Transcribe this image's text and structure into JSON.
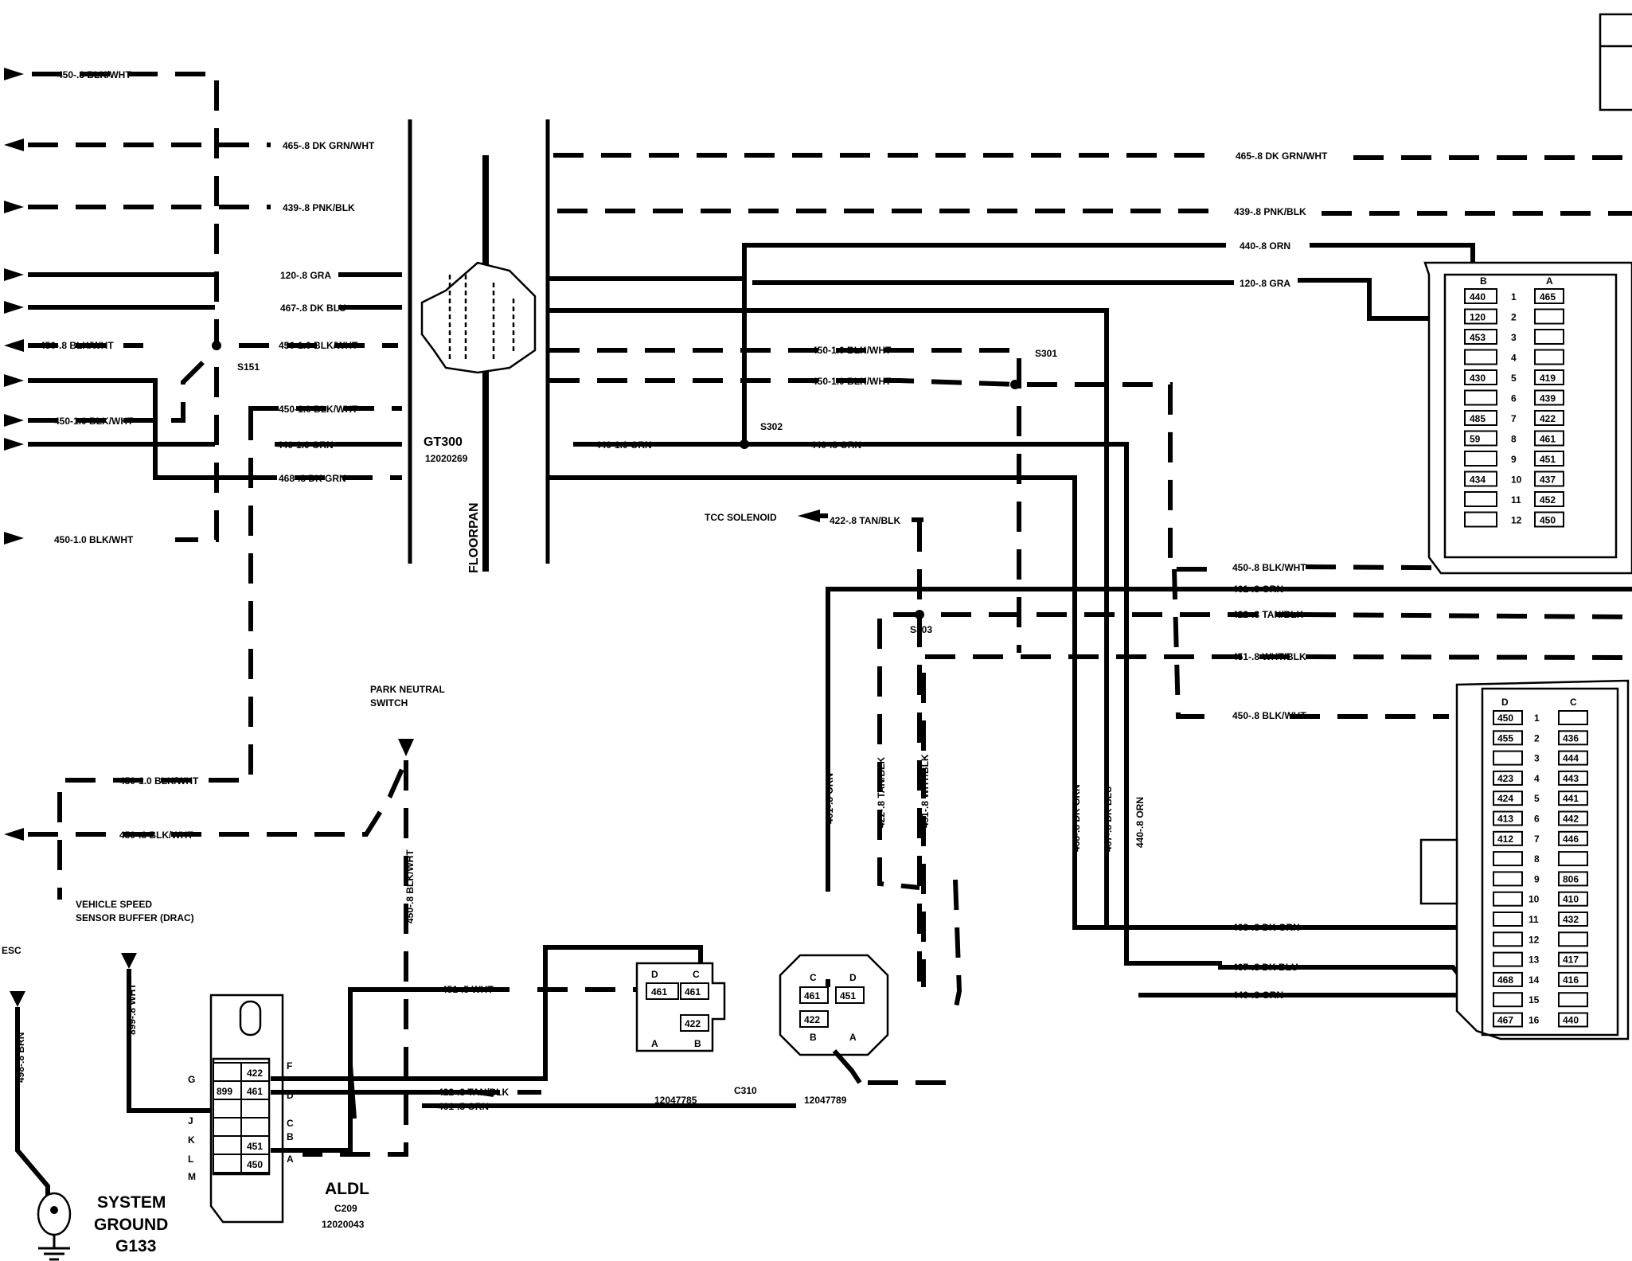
{
  "left_wires": {
    "w1": "450-.8 BLK/WHT",
    "w2": "465-.8 DK GRN/WHT",
    "w3": "439-.8 PNK/BLK",
    "w4": "120-.8 GRA",
    "w5": "467-.8 DK BLU",
    "w6a": "450-.8 BLK/WHT",
    "w6b": "450-1.0 BLK/WHT",
    "w7": "450-1.0 BLK/WHT",
    "w8": "450-1.0 BLK/WHT",
    "w9": "440-1.0 ORN",
    "w10": "468-.8 DK GRN",
    "w11": "450-1.0 BLK/WHT",
    "splice_s151": "S151"
  },
  "gt300": {
    "name": "GT300",
    "part": "12020269",
    "floorpan": "FLOORPAN"
  },
  "right_wires": {
    "w1": "465-.8 DK GRN/WHT",
    "w2": "439-.8 PNK/BLK",
    "w3": "440-.8 ORN",
    "w4": "120-.8 GRA",
    "w5": "450-1.0 BLK/WHT",
    "w6": "450-1.0 BLK/WHT",
    "w7": "440-1.0 ORN",
    "w8": "440-.8 ORN",
    "s301": "S301",
    "s302": "S302",
    "s303": "S303",
    "toc": "TCC SOLENOID",
    "toc_wire": "422-.8 TAN/BLK",
    "h1": "450-.8 BLK/WHT",
    "h2": "461-.8 ORN",
    "h3": "422-.8 TAN/BLK",
    "h4": "451-.8 WHT/BLK",
    "h5": "450-.8 BLK/WHT",
    "b1": "468-.8 DK GRN",
    "b2": "467-.8 DK BLU",
    "b3": "440-.8 ORN",
    "v1": "461-.8 ORN",
    "v2": "422-.8 TAN/BLK",
    "v3": "451-.8 WHT/BLK",
    "v4": "468-.8 DK GRN",
    "v5": "467-.8 DK BLU",
    "v6": "440-.8 ORN"
  },
  "connector_top": {
    "col_b": "B",
    "col_a": "A",
    "rows": [
      {
        "n": "1",
        "b": "440",
        "a": "465"
      },
      {
        "n": "2",
        "b": "120",
        "a": ""
      },
      {
        "n": "3",
        "b": "453",
        "a": ""
      },
      {
        "n": "4",
        "b": "",
        "a": ""
      },
      {
        "n": "5",
        "b": "430",
        "a": "419"
      },
      {
        "n": "6",
        "b": "",
        "a": "439"
      },
      {
        "n": "7",
        "b": "485",
        "a": "422"
      },
      {
        "n": "8",
        "b": "59",
        "a": "461"
      },
      {
        "n": "9",
        "b": "",
        "a": "451"
      },
      {
        "n": "10",
        "b": "434",
        "a": "437"
      },
      {
        "n": "11",
        "b": "",
        "a": "452"
      },
      {
        "n": "12",
        "b": "",
        "a": "450"
      }
    ]
  },
  "connector_bottom": {
    "col_d": "D",
    "col_c": "C",
    "rows": [
      {
        "n": "1",
        "d": "450",
        "c": ""
      },
      {
        "n": "2",
        "d": "455",
        "c": "436"
      },
      {
        "n": "3",
        "d": "",
        "c": "444"
      },
      {
        "n": "4",
        "d": "423",
        "c": "443"
      },
      {
        "n": "5",
        "d": "424",
        "c": "441"
      },
      {
        "n": "6",
        "d": "413",
        "c": "442"
      },
      {
        "n": "7",
        "d": "412",
        "c": "446"
      },
      {
        "n": "8",
        "d": "",
        "c": ""
      },
      {
        "n": "9",
        "d": "",
        "c": "806"
      },
      {
        "n": "10",
        "d": "",
        "c": "410"
      },
      {
        "n": "11",
        "d": "",
        "c": "432"
      },
      {
        "n": "12",
        "d": "",
        "c": ""
      },
      {
        "n": "13",
        "d": "",
        "c": "417"
      },
      {
        "n": "14",
        "d": "468",
        "c": "416"
      },
      {
        "n": "15",
        "d": "",
        "c": ""
      },
      {
        "n": "16",
        "d": "467",
        "c": "440"
      }
    ]
  },
  "bottom_left": {
    "wire_a": "450-1.0 BLK/WHT",
    "wire_b": "450-.8 BLK/WHT",
    "park_neutral": [
      "PARK NEUTRAL",
      "SWITCH"
    ],
    "vss": [
      "VEHICLE SPEED",
      "SENSOR BUFFER (DRAC)"
    ],
    "esc": "ESC",
    "brn": "498-.8 BRN",
    "wht": "899-.8 WHT",
    "blkwht": "450-.8 BLK/WHT",
    "ground": [
      "SYSTEM",
      "GROUND",
      "G133"
    ],
    "aldl": "ALDL",
    "c209": "C209",
    "c209_part": "12020043",
    "aldl_letters": [
      "G",
      "J",
      "K",
      "L",
      "M"
    ],
    "aldl_right": [
      "F",
      "D",
      "C",
      "B",
      "A"
    ],
    "aldl_cells": [
      "422",
      "899",
      "461",
      "451",
      "450"
    ],
    "w451": "451-.5 WHT",
    "w422": "422-.8 TAN/BLK",
    "w461": "461-.5 ORN",
    "c310": "C310",
    "part1": "12047785",
    "part2": "12047789",
    "c1": {
      "D": "D",
      "C": "C",
      "A": "A",
      "B": "B",
      "p1": "461",
      "p2": "461",
      "p3": "422"
    },
    "c2": {
      "C": "C",
      "D": "D",
      "B": "B",
      "A": "A",
      "p1": "461",
      "p2": "451",
      "p3": "422"
    }
  }
}
